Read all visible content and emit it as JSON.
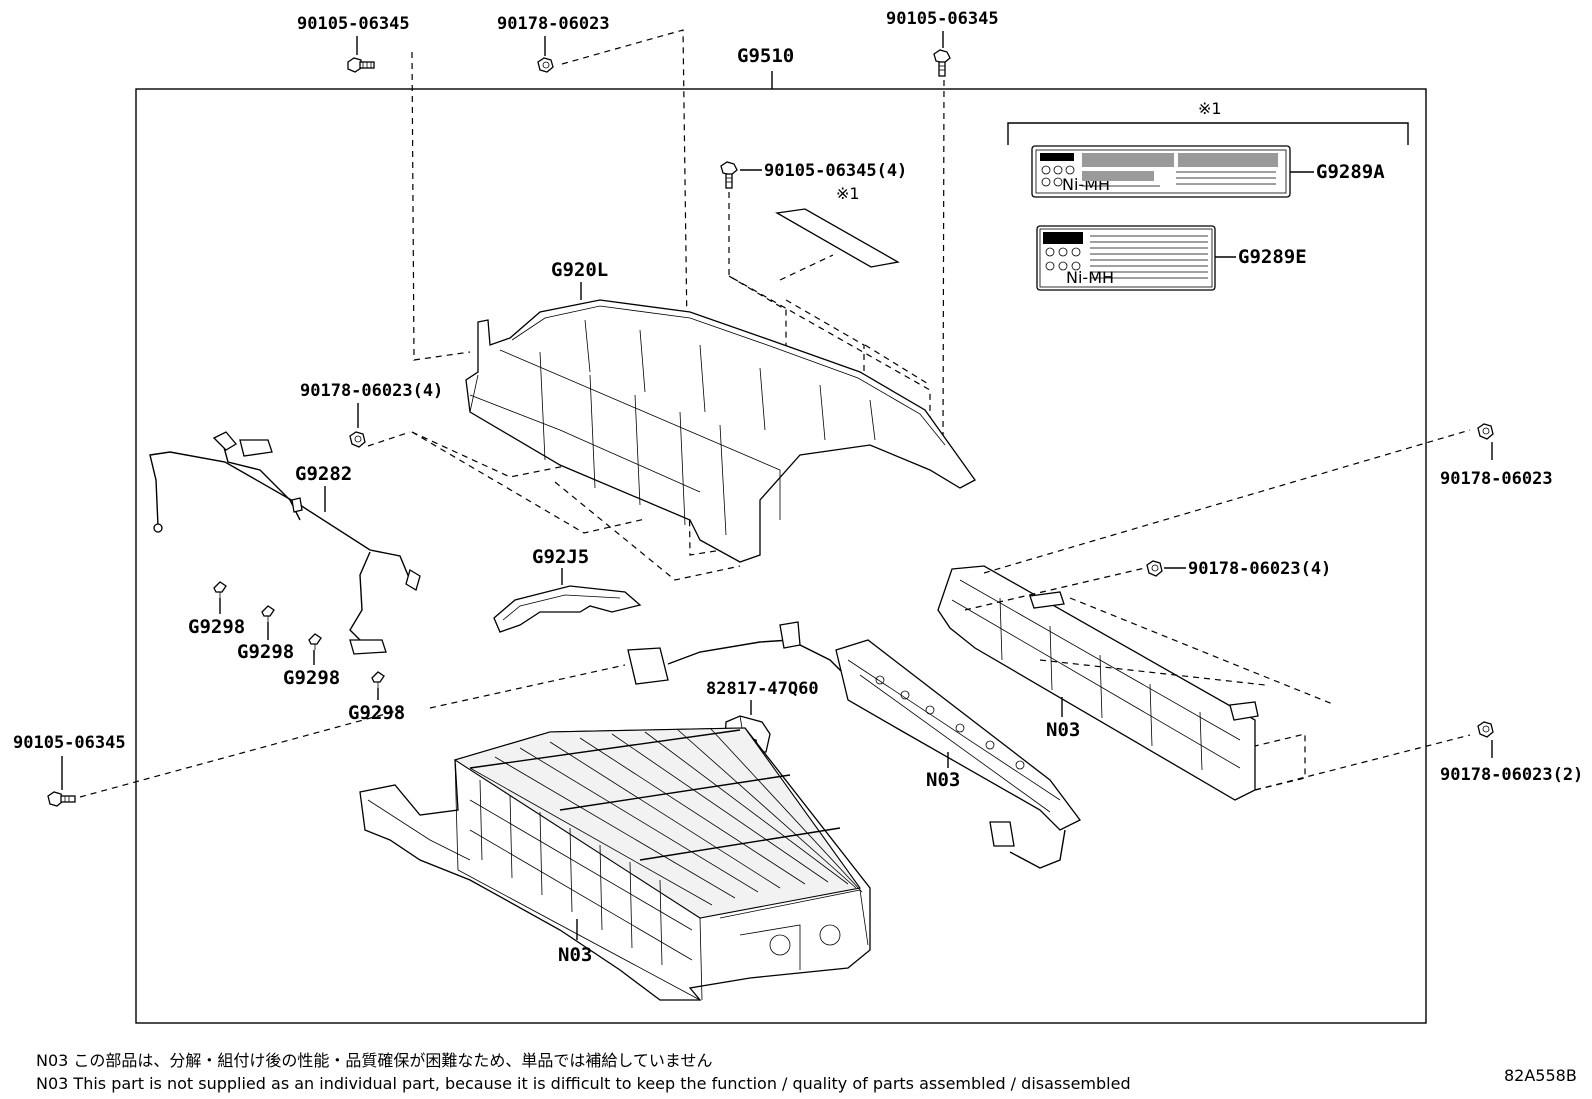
{
  "frame_label": "G9510",
  "labels": {
    "bolt_top_left": "90105-06345",
    "nut_top_center": "90178-06023",
    "bolt_top_right": "90105-06345",
    "bolt_center_qty4": "90105-06345(4)",
    "note_mark_box": "※1",
    "note_mark_small": "※1",
    "label_a": "G9289A",
    "label_e": "G9289E",
    "cover": "G920L",
    "nut_left_qty4": "90178-06023(4)",
    "wire_harness": "G9282",
    "bracket": "G92J5",
    "clip_1": "G9298",
    "clip_2": "G9298",
    "clip_3": "G9298",
    "clip_4": "G9298",
    "nut_right_top": "90178-06023",
    "nut_right_mid_qty4": "90178-06023(4)",
    "nut_right_bottom_qty2": "90178-06023(2)",
    "connector": "82817-47Q60",
    "n03_right": "N03",
    "n03_mid": "N03",
    "n03_bottom": "N03",
    "bolt_left": "90105-06345"
  },
  "notes": {
    "japanese": "N03 この部品は、分解・組付け後の性能・品質確保が困難なため、単品では補給していません",
    "english": "N03 This part is not supplied as an individual part, because it is difficult to keep the function / quality of parts assembled / disassembled",
    "figure_code": "82A558B"
  },
  "sticker_text": {
    "ni_mh": "Ni-MH"
  }
}
